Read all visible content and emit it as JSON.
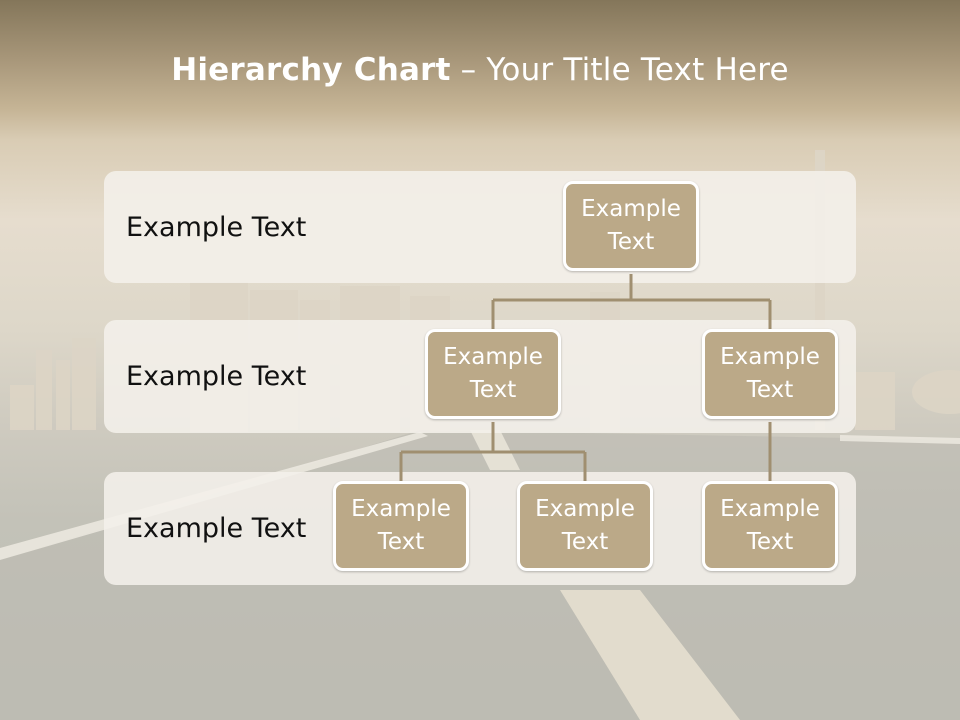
{
  "title": {
    "bold": "Hierarchy Chart",
    "rest": " – Your Title Text Here"
  },
  "levels": [
    {
      "label": "Example Text"
    },
    {
      "label": "Example Text"
    },
    {
      "label": "Example Text"
    }
  ],
  "nodes": {
    "root": "Example\nText",
    "level2_left": "Example\nText",
    "level2_right": "Example\nText",
    "level3_a": "Example\nText",
    "level3_b": "Example\nText",
    "level3_c": "Example\nText"
  },
  "colors": {
    "node_fill": "#bba988",
    "connector": "#a08f70",
    "band": "#f4f0ea",
    "title_text": "#ffffff"
  }
}
